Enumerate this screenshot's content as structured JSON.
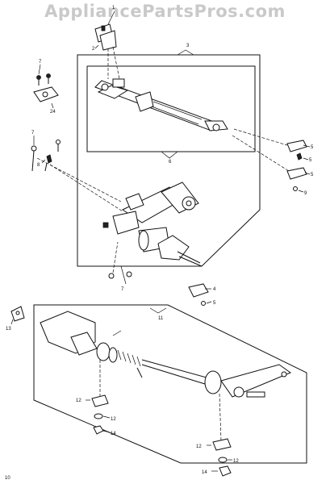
{
  "watermark": "AppliancePartsPros.com",
  "callouts": {
    "c1": "1",
    "c2": "2",
    "c3": "3",
    "c4": "4",
    "c5a": "5",
    "c5b": "5",
    "c5c": "5",
    "c5d": "5",
    "c6": "6",
    "c7a": "7",
    "c7b": "7",
    "c7c": "7",
    "c8": "8",
    "c9": "9",
    "c10": "10",
    "c11": "11",
    "c12a": "12",
    "c12b": "12",
    "c12c": "12",
    "c12d": "12",
    "c13": "13",
    "c14a": "14",
    "c14b": "14",
    "c24": "24"
  }
}
